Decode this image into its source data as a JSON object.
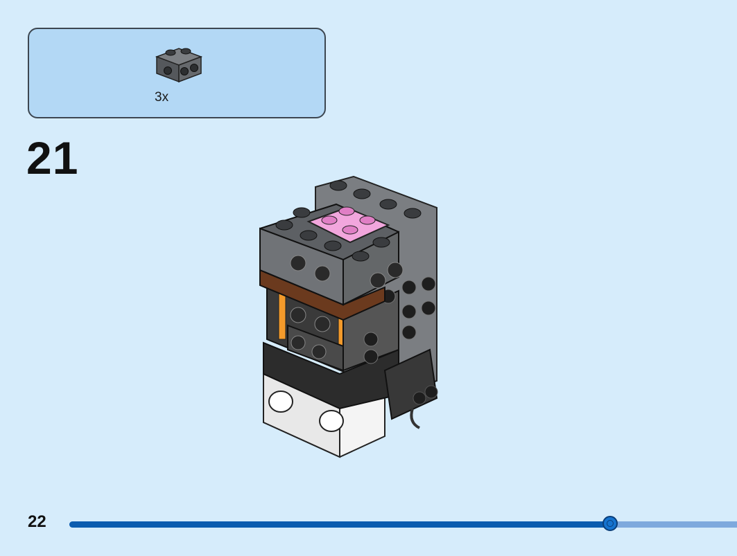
{
  "parts_list": {
    "items": [
      {
        "name": "dark-grey-brick-1x2-with-studs-on-side-icon",
        "color": "#6b6e72",
        "quantity": "3x"
      }
    ]
  },
  "step": {
    "number": "21"
  },
  "footer": {
    "page_number": "22",
    "progress": 0.81
  },
  "colors": {
    "background": "#d6ecfb",
    "parts_box": "#b3d8f5",
    "progress_fill": "#0b5caf",
    "progress_track": "#7ea9dd",
    "accent_pink": "#f2a6dd",
    "accent_orange": "#f39a2b",
    "brown": "#6b3a1e"
  }
}
